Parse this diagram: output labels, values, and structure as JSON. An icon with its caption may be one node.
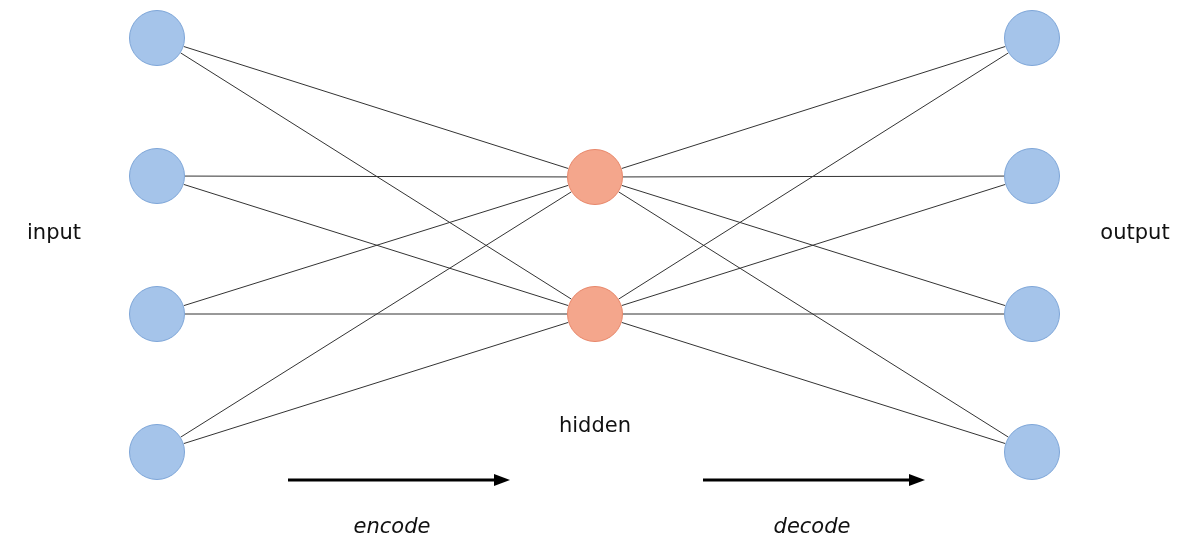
{
  "diagram": {
    "nodes": [
      {
        "text": [],
        "shape": "circle"
      },
      {
        "text": [],
        "shape": "circle"
      },
      {
        "text": [],
        "shape": "circle"
      },
      {
        "text": [],
        "shape": "circle"
      },
      {
        "text": [],
        "shape": "circle"
      },
      {
        "text": [],
        "shape": "circle"
      },
      {
        "text": [],
        "shape": "circle"
      },
      {
        "text": [],
        "shape": "circle"
      },
      {
        "text": [],
        "shape": "circle"
      },
      {
        "text": [],
        "shape": "circle"
      }
    ],
    "edges": [
      {
        "from": 0,
        "to": 4,
        "arrow": "none"
      },
      {
        "from": 0,
        "to": 5,
        "arrow": "none"
      },
      {
        "from": 1,
        "to": 4,
        "arrow": "none"
      },
      {
        "from": 1,
        "to": 5,
        "arrow": "none"
      },
      {
        "from": 2,
        "to": 4,
        "arrow": "none"
      },
      {
        "from": 2,
        "to": 5,
        "arrow": "none"
      },
      {
        "from": 3,
        "to": 4,
        "arrow": "none"
      },
      {
        "from": 3,
        "to": 5,
        "arrow": "none"
      },
      {
        "from": 4,
        "to": 6,
        "arrow": "none"
      },
      {
        "from": 4,
        "to": 7,
        "arrow": "none"
      },
      {
        "from": 4,
        "to": 8,
        "arrow": "none"
      },
      {
        "from": 4,
        "to": 9,
        "arrow": "none"
      },
      {
        "from": 5,
        "to": 6,
        "arrow": "none"
      },
      {
        "from": 5,
        "to": 7,
        "arrow": "none"
      },
      {
        "from": 5,
        "to": 8,
        "arrow": "none"
      },
      {
        "from": 5,
        "to": 9,
        "arrow": "none"
      }
    ],
    "labels": [
      "input",
      "output",
      "hidden",
      "encode",
      "decode"
    ]
  }
}
